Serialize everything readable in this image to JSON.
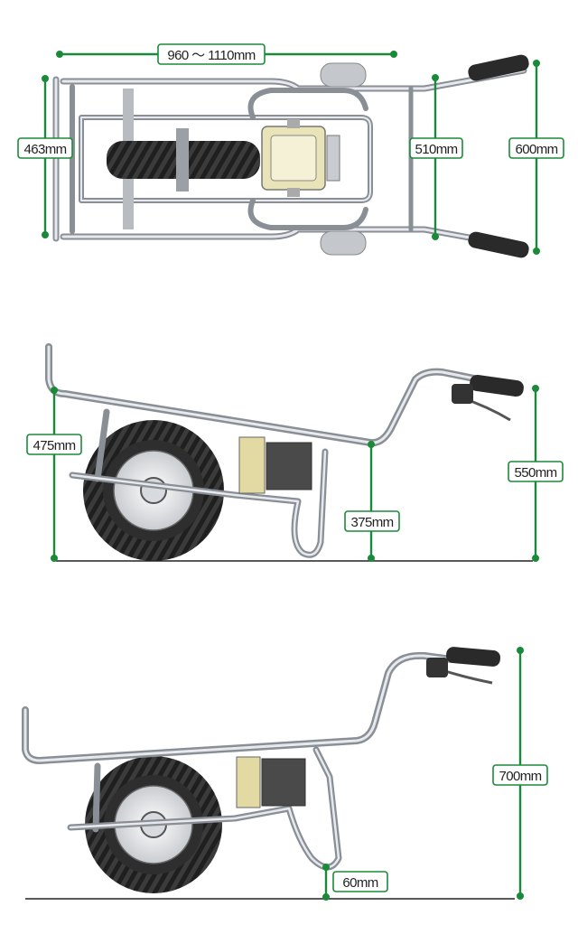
{
  "colors": {
    "dimension": "#1a8a3a",
    "frame": "#8a8f96",
    "tire": "#3b3b3b",
    "background": "#ffffff"
  },
  "top_view": {
    "length": "960 ～ 1110mm",
    "frame_width": "463mm",
    "handle_inner_width": "510mm",
    "overall_width": "600mm"
  },
  "side_view_low": {
    "frame_height": "475mm",
    "rear_height": "375mm",
    "handle_height": "550mm"
  },
  "side_view_high": {
    "handle_height": "700mm",
    "ground_clearance": "60mm"
  }
}
